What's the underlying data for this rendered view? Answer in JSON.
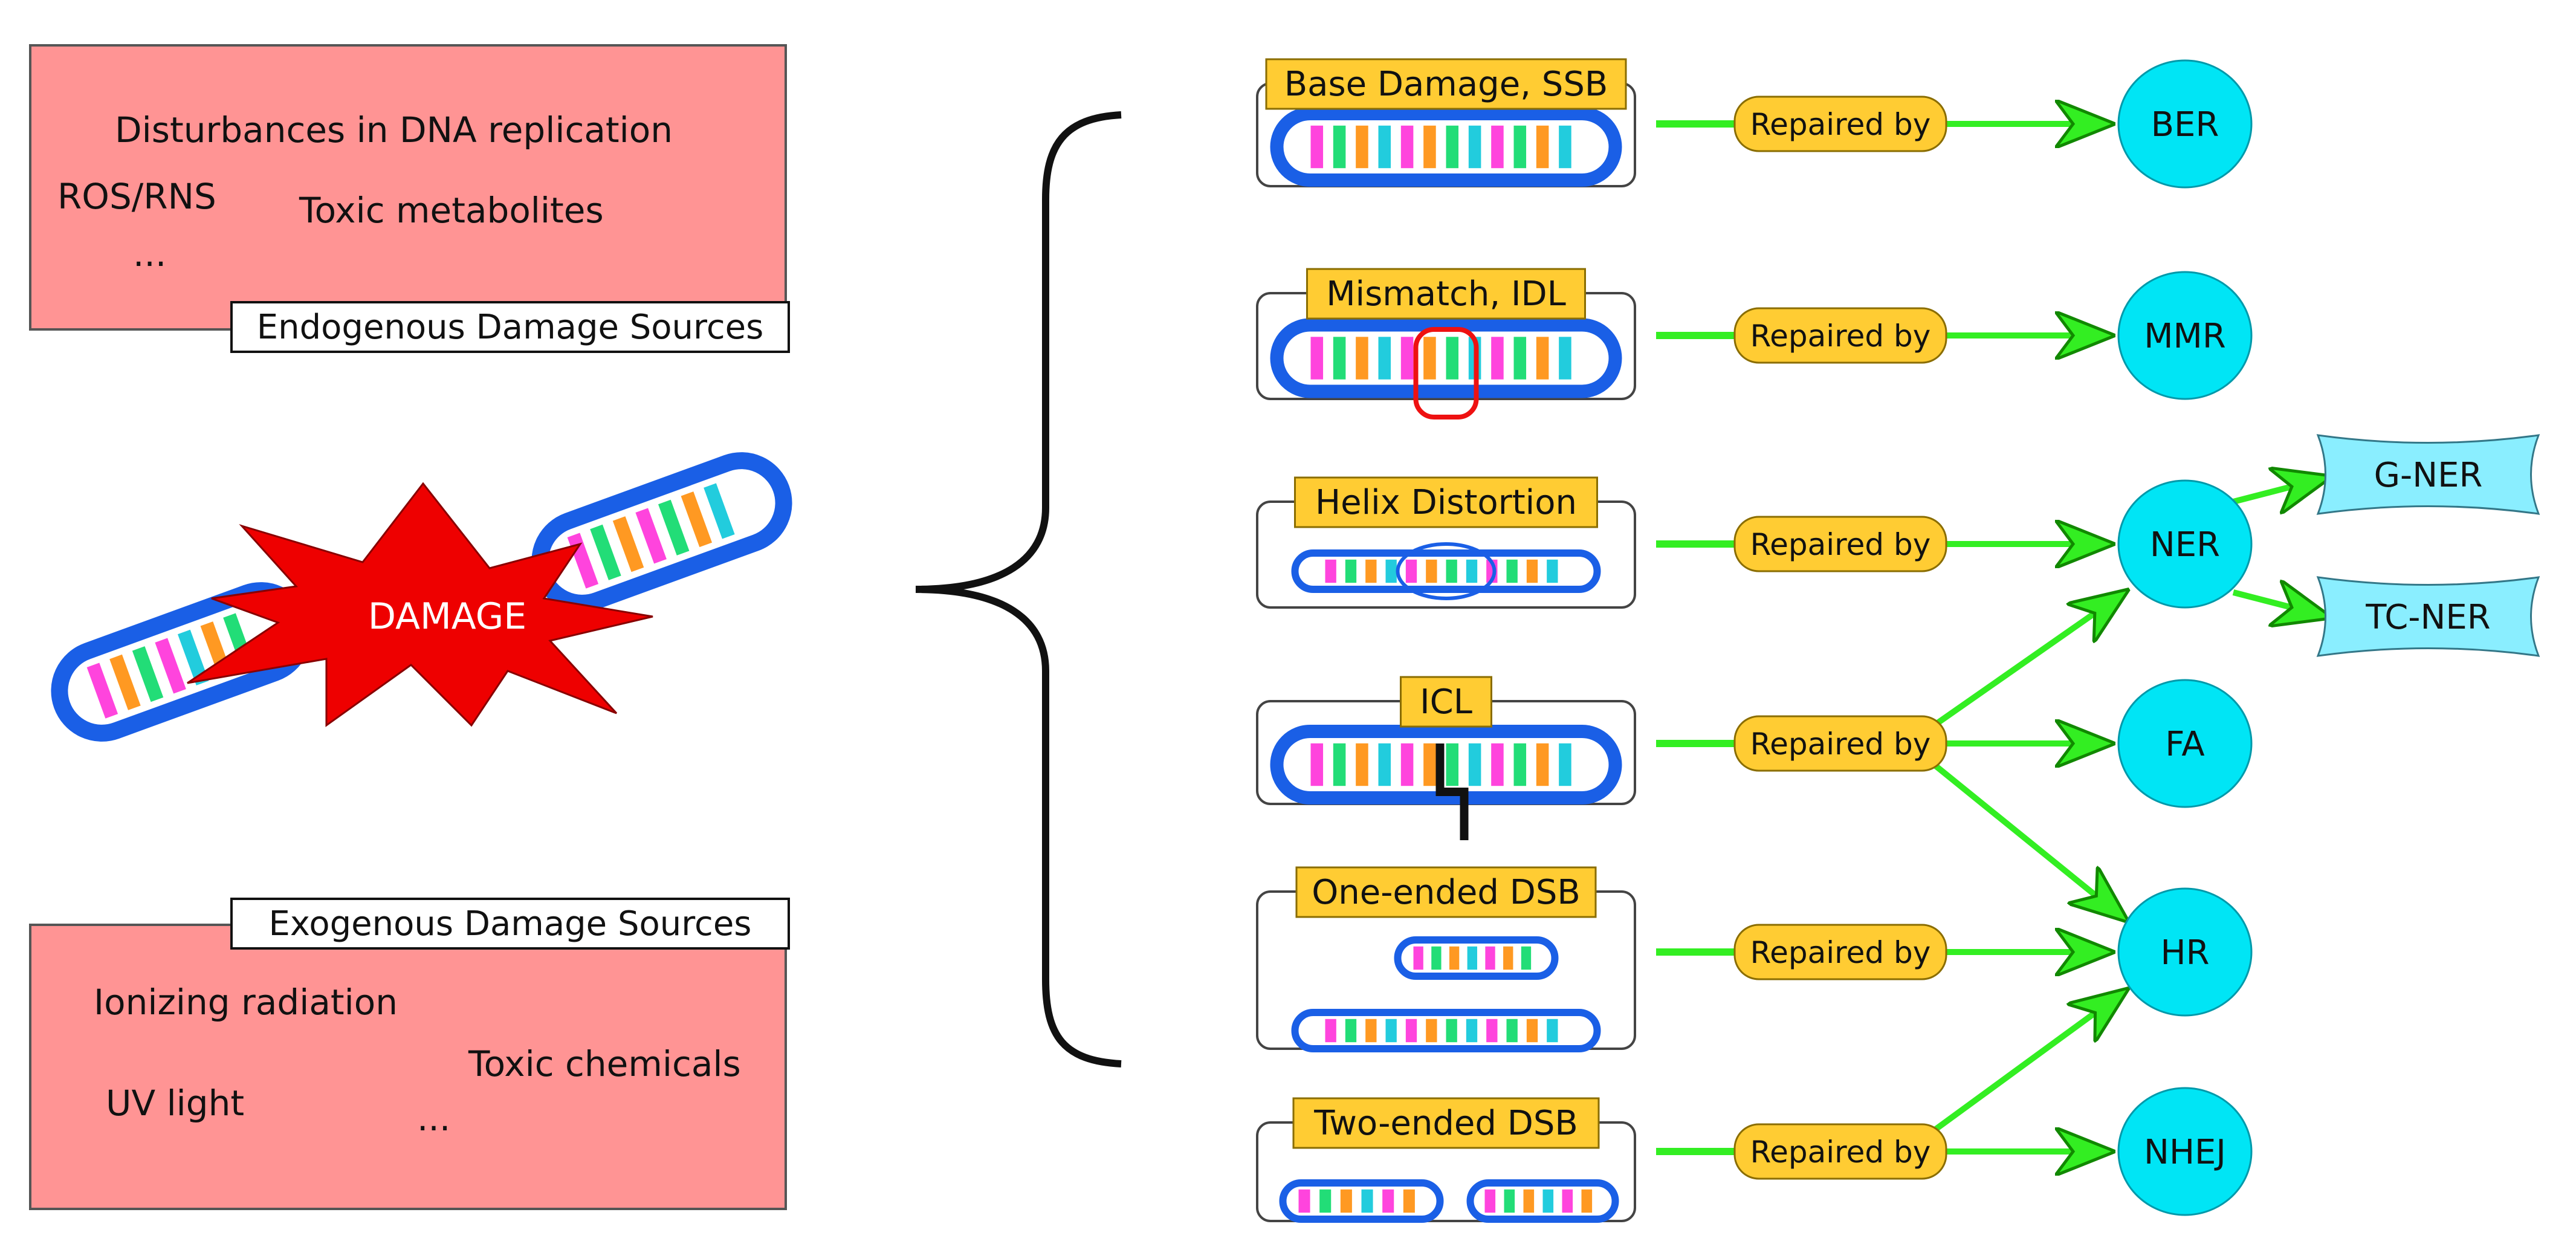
{
  "colors": {
    "source_box": "#ff9494",
    "source_border": "#555555",
    "label_yellow": "#ffcc33",
    "repair_circle": "#00e5f5",
    "subpath_shape": "#8aeeff",
    "arrow_green": "#33ee22",
    "star_red": "#ee0000",
    "dna_blue": "#1a5fe6"
  },
  "endogenous": {
    "title": "Endogenous Damage Sources",
    "items": [
      "Disturbances in DNA replication",
      "ROS/RNS",
      "Toxic metabolites",
      "..."
    ]
  },
  "exogenous": {
    "title": "Exogenous Damage Sources",
    "items": [
      "Ionizing radiation",
      "Toxic chemicals",
      "UV light",
      "..."
    ]
  },
  "damage_label": "DAMAGE",
  "damage_types": [
    {
      "label": "Base Damage, SSB",
      "connector": "Repaired by"
    },
    {
      "label": "Mismatch, IDL",
      "connector": "Repaired by"
    },
    {
      "label": "Helix Distortion",
      "connector": "Repaired by"
    },
    {
      "label": "ICL",
      "connector": "Repaired by"
    },
    {
      "label": "One-ended DSB",
      "connector": "Repaired by"
    },
    {
      "label": "Two-ended DSB",
      "connector": "Repaired by"
    }
  ],
  "pathways": [
    "BER",
    "MMR",
    "NER",
    "FA",
    "HR",
    "NHEJ"
  ],
  "subpathways": [
    "G-NER",
    "TC-NER"
  ]
}
